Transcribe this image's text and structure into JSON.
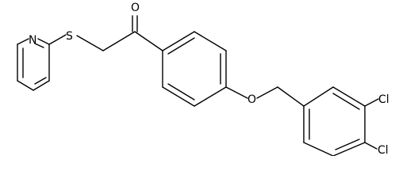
{
  "structure": {
    "colors": {
      "bond": "#000000",
      "label": "#000000",
      "background": "#ffffff"
    },
    "atoms": {
      "oxygen_carbonyl": "O",
      "sulfur": "S",
      "nitrogen": "N",
      "oxygen_ether": "O",
      "chlorine_1": "Cl",
      "chlorine_2": "Cl"
    }
  }
}
